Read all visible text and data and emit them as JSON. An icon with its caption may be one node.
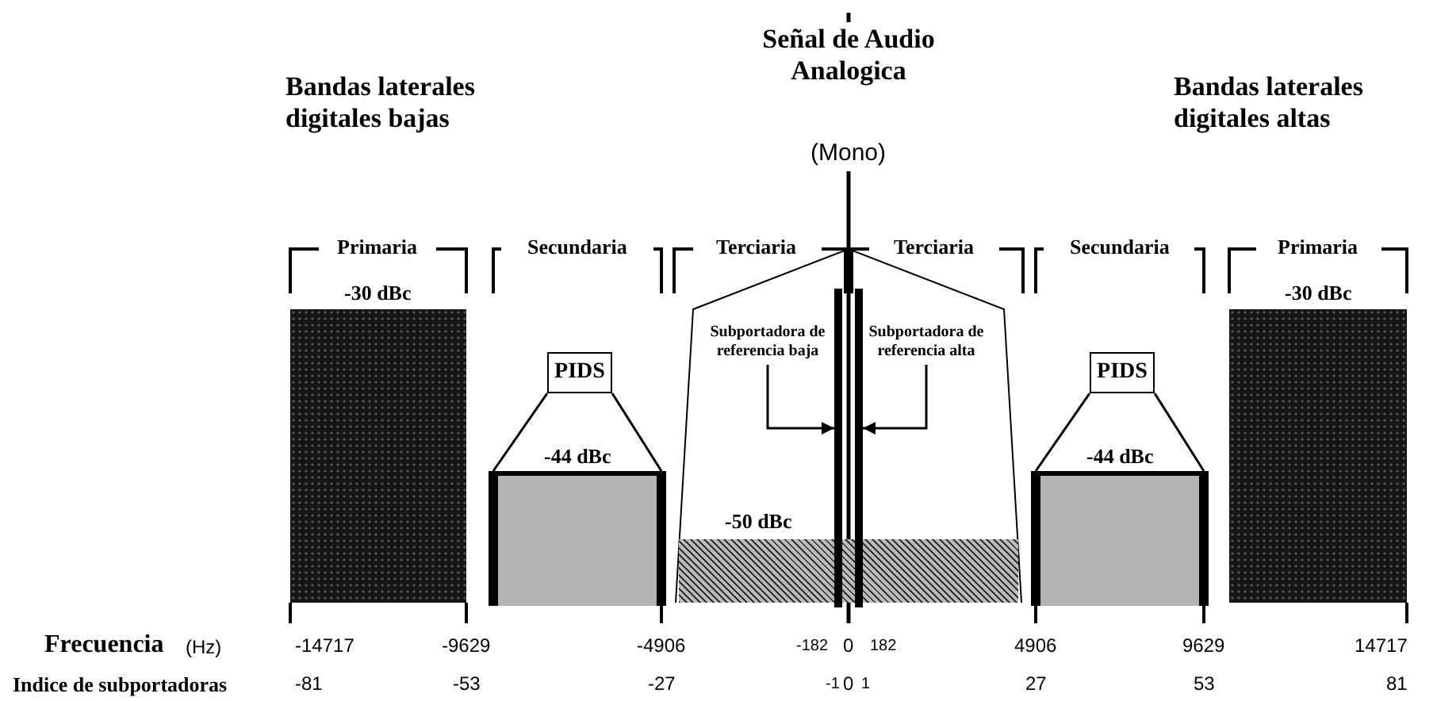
{
  "diagram": {
    "nodes": [
      {
        "text": [
          "Subportadora de referencia baja"
        ]
      },
      {
        "text": [],
        "shape": "bar"
      },
      {
        "text": [
          "Subportadora de referencia alta"
        ]
      },
      {
        "text": [],
        "shape": "bar"
      },
      {
        "text": [
          "PIDS"
        ]
      },
      {
        "text": [
          "PIDS"
        ]
      },
      {
        "text": [],
        "shape": "bar",
        "beside": [
          "-30 dBc"
        ]
      },
      {
        "text": [],
        "shape": "bar",
        "beside": [
          "-44 dBc"
        ]
      },
      {
        "text": [],
        "shape": "bar",
        "beside": [
          "-50 dBc"
        ]
      },
      {
        "text": [],
        "shape": "bar",
        "beside": [
          "-44 dBc"
        ]
      },
      {
        "text": [],
        "shape": "bar",
        "beside": [
          "-30 dBc"
        ]
      }
    ],
    "edges": [
      {
        "from": 0,
        "to": 1,
        "arrow": "to"
      },
      {
        "from": 2,
        "to": 3,
        "arrow": "to"
      },
      {
        "from": 4,
        "to": 7,
        "arrow": "none"
      },
      {
        "from": 4,
        "to": 7,
        "arrow": "none"
      },
      {
        "from": 5,
        "to": 9,
        "arrow": "none"
      },
      {
        "from": 5,
        "to": 9,
        "arrow": "none"
      }
    ],
    "labels": [
      "Bandas laterales digitales bajas",
      "Señal de Audio Analogica",
      "(Mono)",
      "Bandas laterales digitales altas",
      "Primaria",
      "Secundaria",
      "Terciaria",
      "Terciaria",
      "Secundaria",
      "Primaria",
      "Frecuencia",
      "(Hz)",
      "-14717",
      "-9629",
      "-4906",
      "-182",
      "0",
      "182",
      "4906",
      "9629",
      "14717",
      "Indice de subportadoras",
      "-81",
      "-53",
      "-27",
      "-1",
      "0",
      "1",
      "27",
      "53",
      "81"
    ]
  }
}
